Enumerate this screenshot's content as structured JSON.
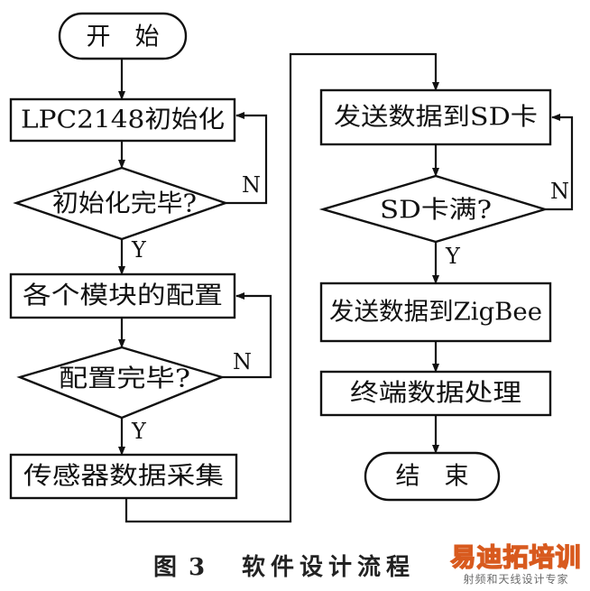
{
  "figure": {
    "nodes": {
      "start": "开　始",
      "lpc_init": "LPC2148初始化",
      "init_done": "初始化完毕?",
      "module_config": "各个模块的配置",
      "config_done": "配置完毕?",
      "sensor_collect": "传感器数据采集",
      "send_sd": "发送数据到SD卡",
      "sd_full": "SD卡满?",
      "send_zigbee": "发送数据到ZigBee",
      "terminal_process": "终端数据处理",
      "end": "结　束"
    },
    "branch_labels": {
      "init_no": "N",
      "init_yes": "Y",
      "config_no": "N",
      "config_yes": "Y",
      "sd_no": "N",
      "sd_yes": "Y"
    }
  },
  "caption": {
    "label": "图 3",
    "title": "软件设计流程"
  },
  "watermark": {
    "main": "易迪拓培训",
    "sub": "射频和天线设计专家"
  }
}
